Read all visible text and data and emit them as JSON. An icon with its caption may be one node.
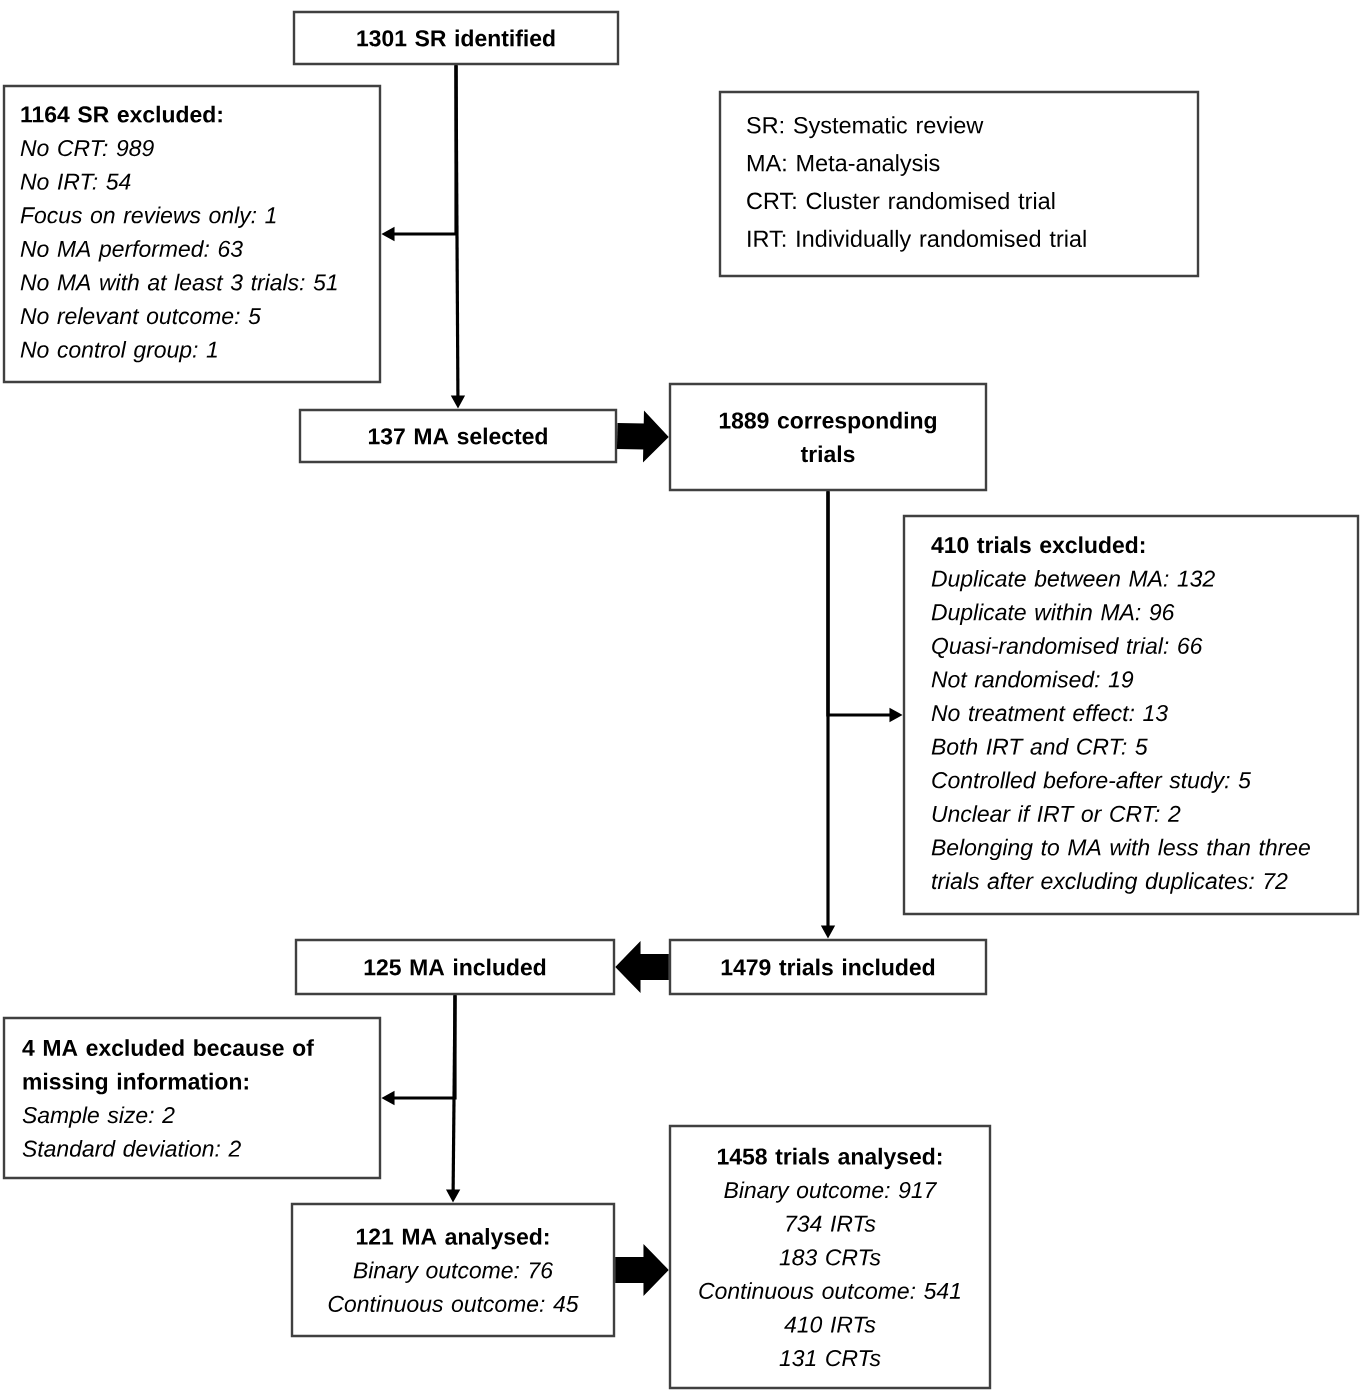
{
  "diagram": {
    "nodes": [
      {
        "text": [
          "1301 SR identified"
        ]
      },
      {
        "text": [
          "1164 SR excluded:",
          "No CRT: 989",
          "No IRT: 54",
          "Focus on reviews only: 1",
          "No MA performed: 63",
          "No MA with at least 3 trials: 51",
          "No relevant outcome: 5",
          "No control group: 1"
        ]
      },
      {
        "text": [
          "SR: Systematic review",
          "MA: Meta-analysis",
          "CRT: Cluster randomised trial",
          "IRT: Individually randomised trial"
        ]
      },
      {
        "text": [
          "137 MA selected"
        ]
      },
      {
        "text": [
          "1889 corresponding trials"
        ]
      },
      {
        "text": [
          "410 trials excluded:",
          "Duplicate between MA: 132",
          "Duplicate within MA: 96",
          "Quasi-randomised trial: 66",
          "Not randomised: 19",
          "No treatment effect: 13",
          "Both IRT and CRT: 5",
          "Controlled before-after study: 5",
          "Unclear if IRT or CRT: 2",
          "Belonging to MA with less than three trials after excluding duplicates: 72"
        ]
      },
      {
        "text": [
          "125 MA included"
        ]
      },
      {
        "text": [
          "1479 trials included"
        ]
      },
      {
        "text": [
          "4 MA excluded because of missing information:",
          "Sample size: 2",
          "Standard deviation: 2"
        ]
      },
      {
        "text": [
          "121 MA analysed:",
          "Binary outcome: 76",
          "Continuous outcome: 45"
        ]
      },
      {
        "text": [
          "1458 trials analysed:",
          "Binary outcome: 917",
          "734 IRTs",
          "183 CRTs",
          "Continuous outcome: 541",
          "410 IRTs",
          "131 CRTs"
        ]
      }
    ],
    "edges": [
      {
        "from": 0,
        "to": 3,
        "arrow": "to"
      },
      {
        "from": 0,
        "to": 1,
        "arrow": "to"
      },
      {
        "from": 3,
        "to": 4,
        "arrow": "to",
        "style": "thick"
      },
      {
        "from": 4,
        "to": 7,
        "arrow": "to"
      },
      {
        "from": 4,
        "to": 5,
        "arrow": "to"
      },
      {
        "from": 7,
        "to": 6,
        "arrow": "to",
        "style": "thick"
      },
      {
        "from": 6,
        "to": 9,
        "arrow": "to"
      },
      {
        "from": 6,
        "to": 8,
        "arrow": "to"
      },
      {
        "from": 9,
        "to": 10,
        "arrow": "to",
        "style": "thick"
      }
    ]
  }
}
